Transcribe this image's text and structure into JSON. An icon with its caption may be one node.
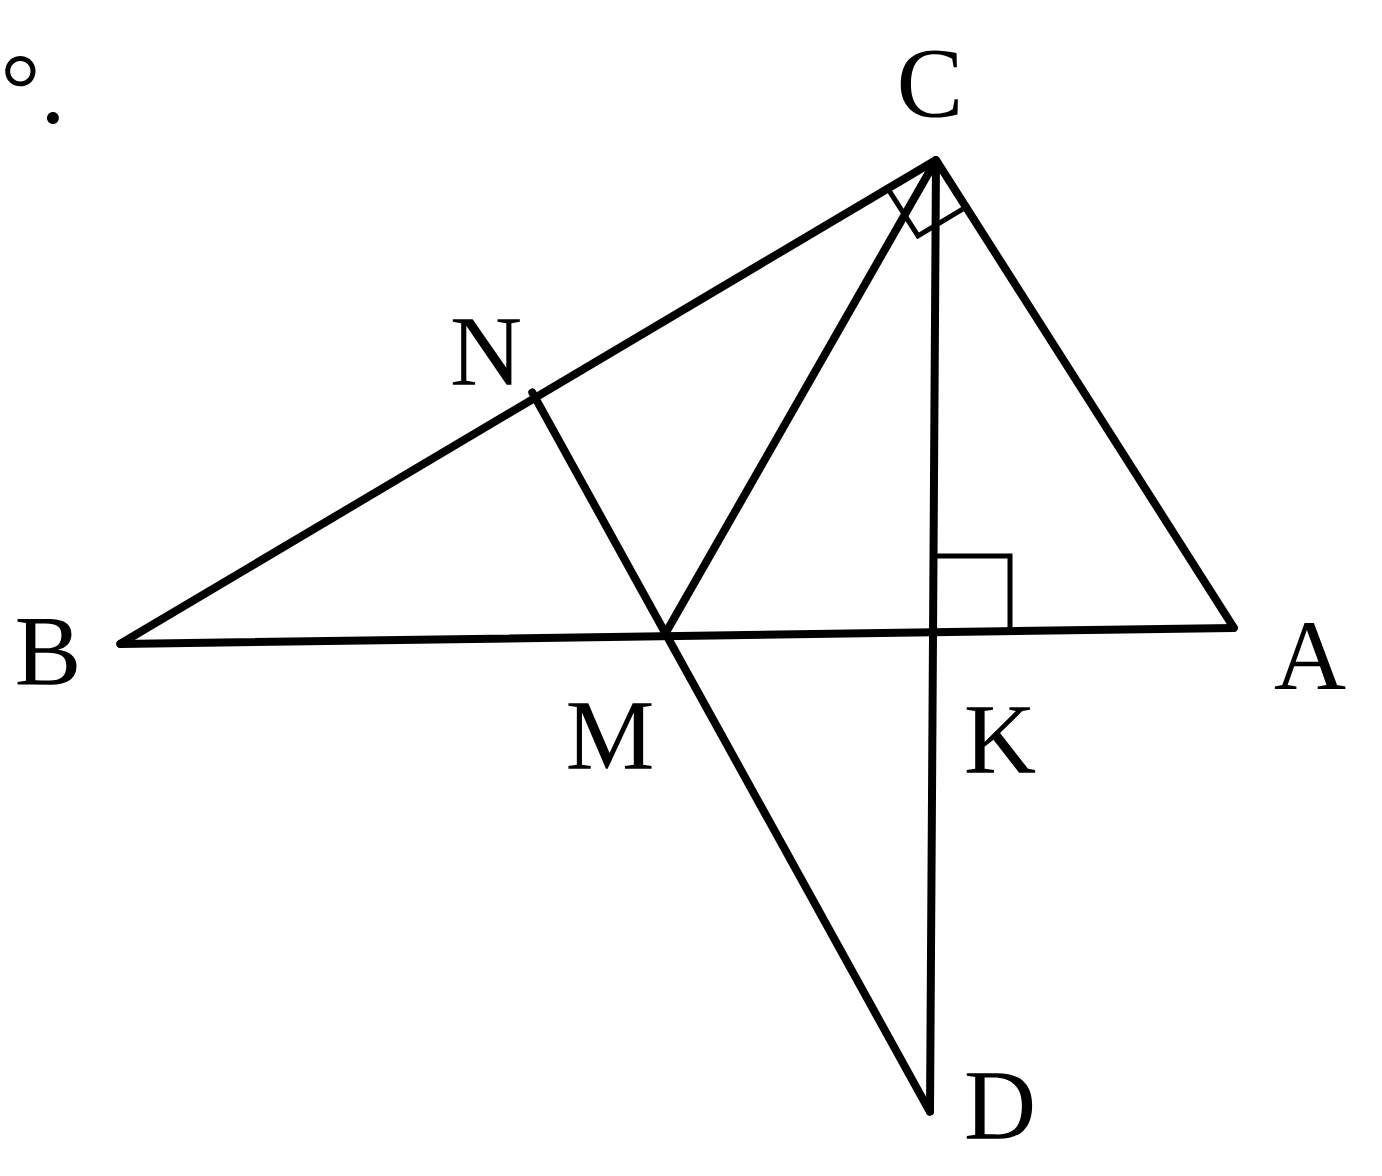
{
  "diagram": {
    "nodes": [
      {
        "text": [
          "C"
        ]
      },
      {
        "text": [
          "N"
        ]
      },
      {
        "text": [
          "B"
        ]
      },
      {
        "text": [
          "A"
        ]
      },
      {
        "text": [
          "M"
        ]
      },
      {
        "text": [
          "K"
        ]
      },
      {
        "text": [
          "D"
        ]
      }
    ],
    "edges": [
      {
        "from": 2,
        "to": 0,
        "arrow": "none"
      },
      {
        "from": 0,
        "to": 3,
        "arrow": "none"
      },
      {
        "from": 2,
        "to": 3,
        "arrow": "none"
      },
      {
        "from": 0,
        "to": 4,
        "arrow": "none"
      },
      {
        "from": 0,
        "to": 6,
        "arrow": "none"
      },
      {
        "from": 1,
        "to": 6,
        "arrow": "none"
      }
    ],
    "labels": [
      "°."
    ]
  }
}
